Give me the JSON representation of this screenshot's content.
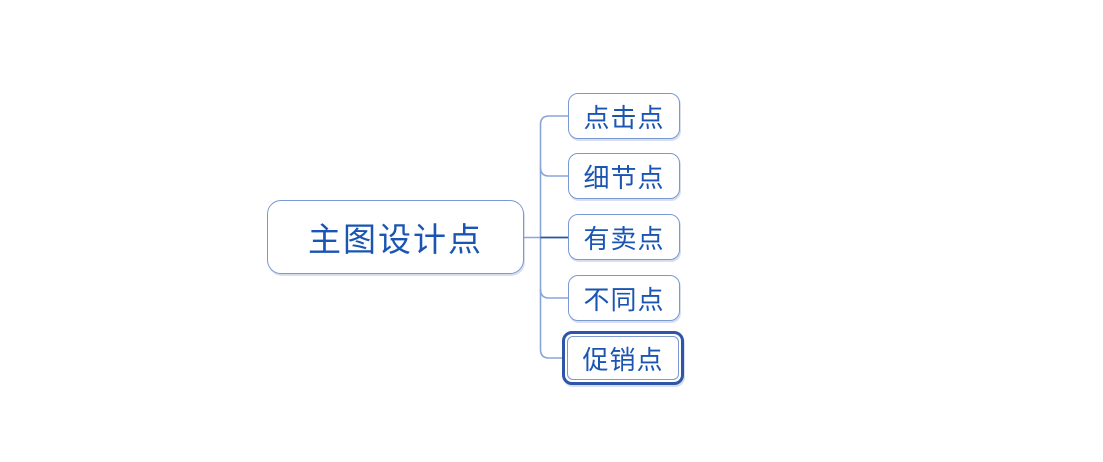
{
  "mindmap": {
    "root": {
      "label": "主图设计点"
    },
    "children": [
      {
        "label": "点击点",
        "selected": false
      },
      {
        "label": "细节点",
        "selected": false
      },
      {
        "label": "有卖点",
        "selected": false
      },
      {
        "label": "不同点",
        "selected": false
      },
      {
        "label": "促销点",
        "selected": true
      }
    ]
  },
  "colors": {
    "topic_border": "#7B98D3",
    "connector_light": "#8AA5D8",
    "connector_dark": "#2056A8",
    "selection_ring": "#2E55A7",
    "topic_text": "#1A55B2",
    "background": "#FFFFFF"
  }
}
